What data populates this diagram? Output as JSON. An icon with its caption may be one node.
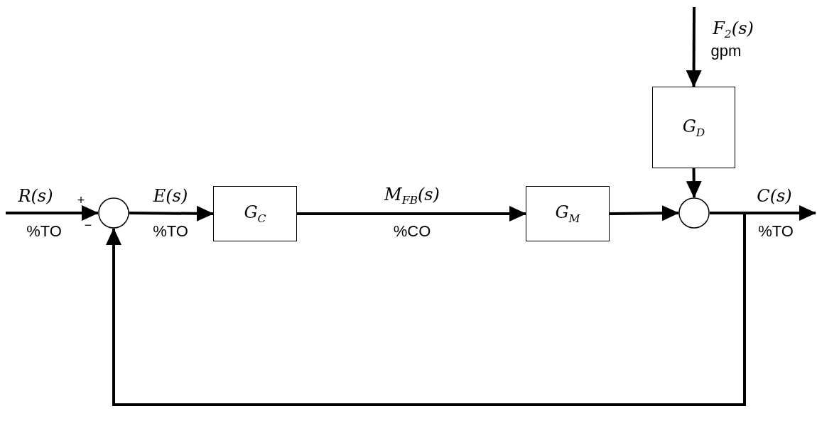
{
  "diagram": {
    "nodes": [
      {
        "text": [],
        "shape": "circle"
      },
      {
        "text": [
          "G$_{C}$"
        ]
      },
      {
        "text": [
          "G$_{M}$"
        ]
      },
      {
        "text": [
          "G$_{D}$"
        ]
      },
      {
        "text": [],
        "shape": "circle"
      }
    ],
    "edges": [
      {
        "from": null,
        "to": 0,
        "arrow": "to",
        "label": "R(s)"
      },
      {
        "from": 0,
        "to": 1,
        "arrow": "to",
        "label": "E(s)"
      },
      {
        "from": 1,
        "to": 2,
        "arrow": "to",
        "label": "M$_{FB}$(s)"
      },
      {
        "from": 2,
        "to": 4,
        "arrow": "to"
      },
      {
        "from": 3,
        "to": 4,
        "arrow": "to"
      },
      {
        "from": null,
        "to": 3,
        "arrow": "to",
        "label": "F$_{2}$(s)"
      },
      {
        "from": 4,
        "to": null,
        "arrow": "to",
        "label": "C(s)"
      },
      {
        "from": 4,
        "to": 0,
        "arrow": "to"
      }
    ],
    "labels": [
      "gpm",
      "%TO",
      "+",
      "−",
      "%TO",
      "%CO",
      "%TO"
    ]
  }
}
